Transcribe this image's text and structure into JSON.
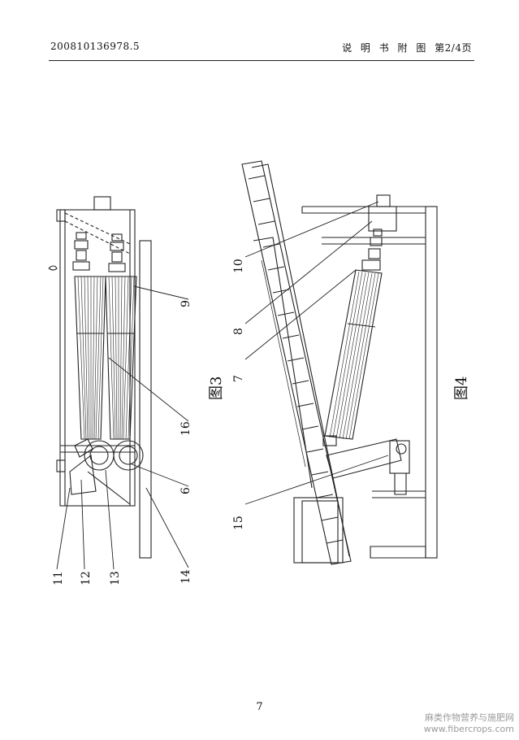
{
  "header": {
    "patent_number": "200810136978.5",
    "section_title": "说 明 书 附 图",
    "page_indicator": "第2/4页"
  },
  "figures": {
    "fig3_label": "图3",
    "fig4_label": "图4",
    "fig3_callouts": [
      "11",
      "12",
      "13",
      "14",
      "6",
      "16",
      "9"
    ],
    "fig4_callouts": [
      "15",
      "7",
      "8",
      "10"
    ]
  },
  "footer": {
    "page_number": "7"
  },
  "watermark": {
    "line1": "麻类作物营养与施肥网",
    "line2": "www.fibercrops.com"
  }
}
